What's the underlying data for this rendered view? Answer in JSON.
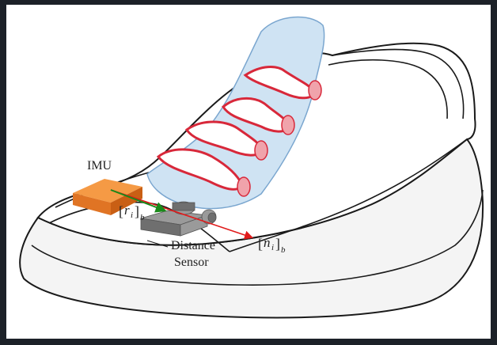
{
  "labels": {
    "imu": "IMU",
    "distance_line1": "Distance",
    "distance_line2": "Sensor",
    "r_vector_main": "r",
    "r_vector_sub": "i",
    "n_vector_main": "n",
    "n_vector_sub": "i",
    "frame_sub": "b"
  },
  "colors": {
    "canvas": "#ffffff",
    "frame_bars": "#1c2128",
    "shoe_outline": "#1a1a1a",
    "shoe_fill": "#ffffff",
    "sole_fill": "#f4f4f4",
    "tongue_fill": "#cfe3f3",
    "tongue_stroke": "#7aa6cf",
    "lace_stroke": "#d8283a",
    "lace_fill": "#ffffff",
    "eyelet_fill": "#f0a3ab",
    "imu_top": "#f59a45",
    "imu_front": "#e07424",
    "imu_side": "#c95f14",
    "sensor_body": "#9a9a9a",
    "sensor_dark": "#6f6f6f",
    "r_arrow": "#1a8a1a",
    "n_arrow": "#e01a1a"
  }
}
